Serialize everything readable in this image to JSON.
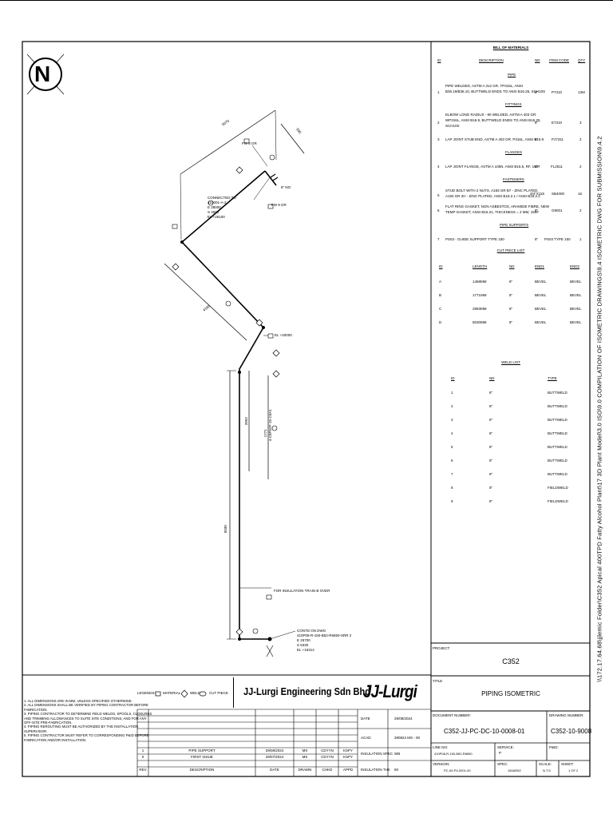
{
  "file_path_vertical": "\\\\172.17.64.68\\jjlemic Folder\\C352 Apical 400TPD Fatty Alcohol Plant\\17 3D Plant Model\\3.0 ISO\\9.0 COMPILATION OF ISOMETRIC DRAWINGS\\9.4 ISOMETRIC DWG FOR SUBMISSION\\9.4.2",
  "north_label": "N",
  "bom": {
    "title": "BILL OF MATERIALS",
    "headers": {
      "id": "ID",
      "description": "DESCRIPTION",
      "nd": "ND",
      "item_code": "ITEM CODE",
      "qty": "QTY"
    },
    "sections": [
      {
        "title": "PIPE",
        "rows": [
          {
            "id": "1",
            "desc1": "PIPE WELDED, ASTM A 312 GR. TP316L, ANSI",
            "desc2": "B36.19/B36.10, BUTTWELD ENDS TO ANSI B16.25, SCH10S",
            "nd": "8\"",
            "code": "P7310",
            "qty": "13M"
          }
        ]
      },
      {
        "title": "FITTINGS",
        "rows": [
          {
            "id": "2",
            "desc1": "ELBOW LONG RADIUS - 90 WELDED, ASTM A 403 GR.",
            "desc2": "WP316L, ANSI B16.9, BUTTWELD ENDS TO ANSI B16.25,",
            "desc3": "SCH10S",
            "nd": "8\"",
            "code": "E7310",
            "qty": "3"
          },
          {
            "id": "3",
            "desc1": "LAP JOINT STUB END, ASTM A 403 GR. P316L, ANSI B16.9",
            "nd": "8\"",
            "code": "PJ7311",
            "qty": "2"
          }
        ]
      },
      {
        "title": "FLANGES",
        "rows": [
          {
            "id": "4",
            "desc1": "LAP JOINT FLANGE, ASTM A 105N, ANSI B16.5, RF, 150#",
            "nd": "8\"",
            "code": "FL2511",
            "qty": "2"
          }
        ]
      },
      {
        "title": "FASTENERS",
        "rows": [
          {
            "id": "5",
            "desc1": "STUD BOLT WITH 2 NUTS, A193 GR B7 - ZINC PLATED,",
            "desc2": "A194 GR 2H - ZINC PLATED, ANSI B18.2.1 / ANSI B18.2.2",
            "nd": "3/4\"X115",
            "code": "SB4000",
            "qty": "16"
          },
          {
            "id": "6",
            "desc1": "FLAT RING GASKET, NON ASBESTOS, ARAMIDE FIBRE, NEW",
            "desc2": "TEMP GASKET, ANSI B16.21, THICKNESS = 2 MM, 150#",
            "nd": "8\"",
            "code": "G9001",
            "qty": "2"
          }
        ]
      },
      {
        "title": "PIPE SUPPORTS",
        "rows": [
          {
            "id": "7",
            "desc1": "PS03 - GUIDE SUPPORT TYPE 150",
            "nd": "8\"",
            "code": "PS03 TYPE 150",
            "qty": "1"
          }
        ]
      }
    ]
  },
  "cut_piece": {
    "title": "CUT PIECE LIST",
    "headers": [
      "ID",
      "LENGTH",
      "ND",
      "END1",
      "END2"
    ],
    "rows": [
      [
        "A",
        "1458MM",
        "8\"",
        "BEVEL",
        "BEVEL"
      ],
      [
        "B",
        "1771MM",
        "8\"",
        "BEVEL",
        "BEVEL"
      ],
      [
        "C",
        "2893MM",
        "8\"",
        "BEVEL",
        "BEVEL"
      ],
      [
        "D",
        "5030MM",
        "8\"",
        "BEVEL",
        "BEVEL"
      ]
    ]
  },
  "weld_list": {
    "title": "WELD LIST",
    "headers": [
      "ID",
      "ND",
      "TYPE"
    ],
    "rows": [
      [
        "1",
        "8\"",
        "BUTTWELD"
      ],
      [
        "2",
        "8\"",
        "BUTTWELD"
      ],
      [
        "3",
        "8\"",
        "BUTTWELD"
      ],
      [
        "4",
        "8\"",
        "BUTTWELD"
      ],
      [
        "5",
        "8\"",
        "BUTTWELD"
      ],
      [
        "6",
        "8\"",
        "BUTTWELD"
      ],
      [
        "7",
        "8\"",
        "BUTTWELD"
      ],
      [
        "8",
        "8\"",
        "FIELDWELD"
      ],
      [
        "9",
        "8\"",
        "FIELDWELD"
      ]
    ]
  },
  "drawing_labels": {
    "dim_top": "5070",
    "dim_right": "595",
    "dim_mid": "4160",
    "dim_vert1": "5030",
    "dim_vert2": "2893",
    "dim_vert3": "1771",
    "fw_text": "FW",
    "fw_tag1": "8",
    "fw_tag2": "9",
    "gr_text": "GR",
    "no_text": "8\" NO",
    "connected": [
      "CONNECTED TO",
      "410001-A-2",
      "E 28000",
      "S 4000",
      "EL +25100"
    ],
    "el_mid": "EL +20000",
    "line_ref": "4-C8P52P-15-C0A1",
    "insulation_note": "FOR INSULATION TRAIN B OVER",
    "contd": [
      "CONTD ON DWG",
      "410P08-R-150-B52-R6650-SRR 2",
      "E 25700",
      "S 5330",
      "EL +16314"
    ]
  },
  "legend": {
    "label": "LEGENDS:",
    "items": [
      "MATERIAL",
      "WELD",
      "CUT PIECE"
    ]
  },
  "company": {
    "name": "JJ-Lurgi Engineering Sdn Bhd",
    "logo": "JJ-Lurgi"
  },
  "notes": [
    [
      "1.  ALL DIMENSIONS ARE IN MM, UNLESS SPECIFIED OTHERWISE."
    ],
    [
      "2.  ALL DIMENSIONS SHALL BE VERIFIED BY PIPING CONTRACTOR BEFORE",
      "     FABRICATION."
    ],
    [
      "3.  PIPING CONTRACTOR TO DETERMINE FIELD WELDS, SPOOLS, CLOSURES",
      "     AND TRIMMING ALLOWANCES TO SUITE SITE CONDITIONS, AND FOR ANY",
      "     OFF-SITE PRE-FABRICATION."
    ],
    [
      "4.  PIPING REROUTING MUST BE AUTHORIZED BY THE INSTALLATION",
      "     SUPERVISOR."
    ],
    [
      "5.  PIPING CONTRACTOR MUST REFER TO CORRESPONDING P&ID BEFORE",
      "     FABRICATION AND/OR INSTALLATION."
    ]
  ],
  "revisions": {
    "headers": [
      "REV",
      "DESCRIPTION",
      "DATE",
      "DRAWN",
      "CHKD",
      "APPD"
    ],
    "rows": [
      [
        "1",
        "PIPE SUPPORT",
        "29/08/2024",
        "MS",
        "CDYYN",
        "KSPY"
      ],
      [
        "0",
        "FIRST ISSUE",
        "29/07/2024",
        "MS",
        "CDYYN",
        "KSPY"
      ]
    ]
  },
  "info": {
    "date_label": "DATE",
    "date_value": "29/08/2024",
    "acad_label": "ACAD",
    "acad_value": "290824 MS - 00",
    "ins_spec_label": "INSULATION SPEC",
    "ins_spec_value": "WB",
    "ins_thk_label": "INSULATION THK",
    "ins_thk_value": "50"
  },
  "title_block": {
    "project_label": "PROJECT:",
    "project_value": "C352",
    "title_label": "TITLE",
    "title_value": "PIPING ISOMETRIC",
    "doc_no_label": "DOCUMENT NUMBER:",
    "doc_no_value": "C352-JJ-PC-DC-10-0008-01",
    "dwg_no_label": "DRAWING NUMBER:",
    "dwg_no_value": "C352-10-9008",
    "line_no_label": "LINE NO:",
    "line_no_value": "410P08-R-150-B52-R6650",
    "service_label": "SERVICE:",
    "service_value": "P",
    "pid_label": "P&ID:",
    "pid_value": "",
    "version_label": "VERSION:",
    "version_value": "PC-00-P4-0001-00",
    "spec_label": "SPEC:",
    "spec_value": "150AR52",
    "scale_label": "SCALE:",
    "scale_value": "N.T.S",
    "sheet_label": "SHEET:",
    "sheet_value": "1 OF 2"
  }
}
